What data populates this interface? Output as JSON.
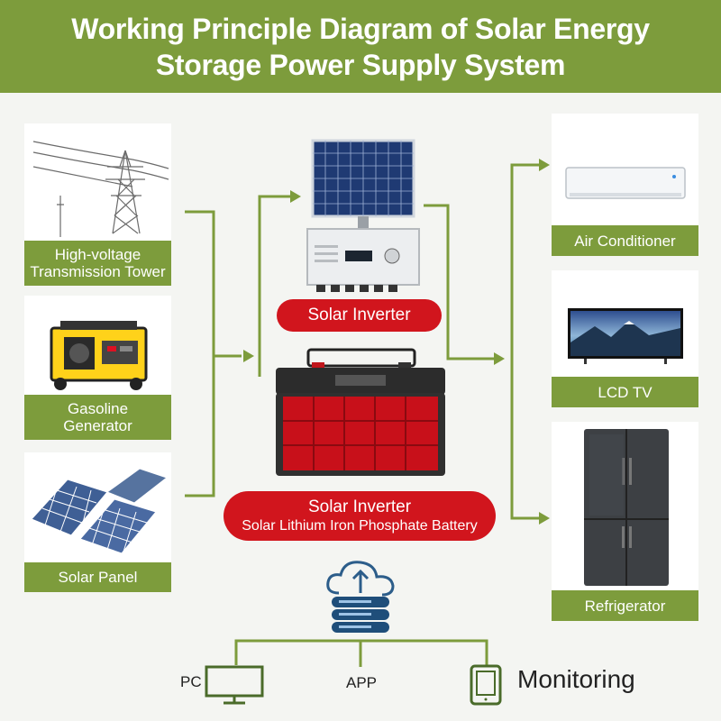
{
  "title": {
    "line1": "Working Principle Diagram of Solar Energy",
    "line2": "Storage Power Supply System"
  },
  "sources": {
    "tower": {
      "line1": "High-voltage",
      "line2": "Transmission Tower"
    },
    "generator": {
      "line1": "Gasoline",
      "line2": "Generator"
    },
    "panel": {
      "label": "Solar Panel"
    }
  },
  "center": {
    "inverter_label": "Solar Inverter",
    "battery_label_line1": "Solar Inverter",
    "battery_label_line2": "Solar Lithium Iron Phosphate Battery"
  },
  "loads": {
    "ac": "Air Conditioner",
    "tv": "LCD TV",
    "fridge": "Refrigerator"
  },
  "monitoring": {
    "pc": "PC",
    "app": "APP",
    "title": "Monitoring"
  },
  "colors": {
    "green": "#7d9c3c",
    "red": "#d1151d",
    "background": "#f4f5f2"
  },
  "icons": [
    "transmission-tower-icon",
    "generator-icon",
    "solar-panel-icon",
    "inverter-icon",
    "battery-icon",
    "air-conditioner-icon",
    "tv-icon",
    "refrigerator-icon",
    "cloud-server-icon",
    "monitor-icon",
    "tablet-icon"
  ]
}
